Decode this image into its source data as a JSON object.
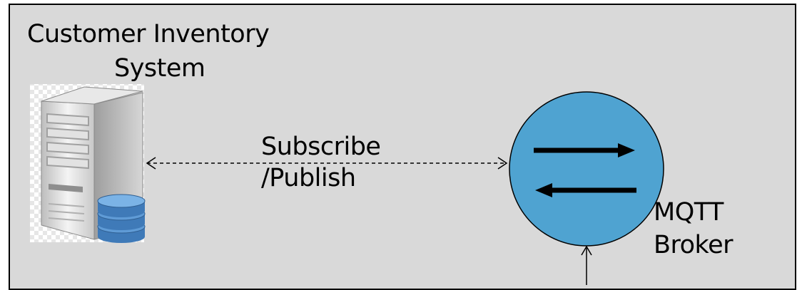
{
  "system": {
    "title_line1": "Customer Inventory",
    "title_line2": "System"
  },
  "connection": {
    "label_line1": "Subscribe",
    "label_line2": "/Publish"
  },
  "broker": {
    "label_line1": "MQTT",
    "label_line2": "Broker"
  },
  "colors": {
    "panel": "#d9d9d9",
    "broker_fill": "#4fa3d1",
    "database": "#4a86c5"
  },
  "icons": [
    "server-icon",
    "database-icon",
    "exchange-arrows-icon"
  ]
}
